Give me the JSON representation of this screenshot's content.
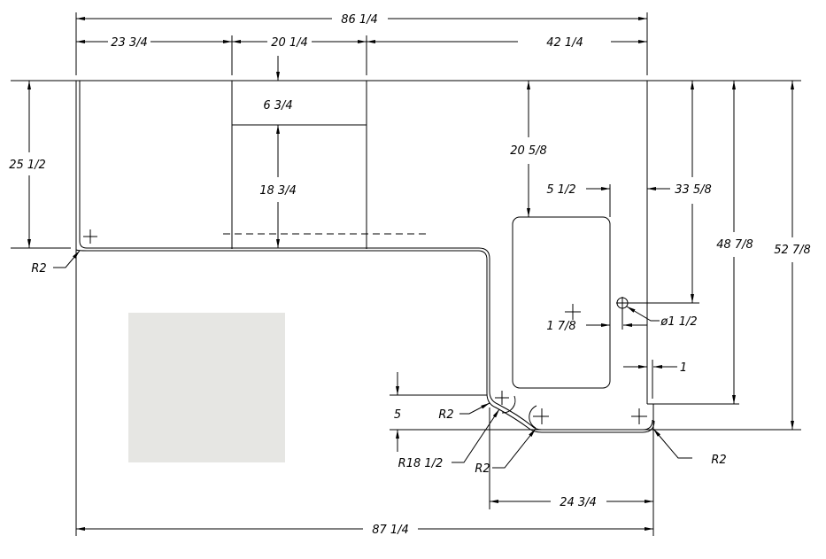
{
  "drawing": {
    "overall_width_top": "86 1/4",
    "left_section": "23 3/4",
    "middle_section": "20 1/4",
    "right_section": "42 1/4",
    "backsplash_depth": "6 3/4",
    "cooktop_depth": "18 3/4",
    "left_depth": "25 1/2",
    "sink_offset_top": "20 5/8",
    "sink_to_edge": "5 1/2",
    "faucet_from_top": "33 5/8",
    "right_step_depth": "48 7/8",
    "overall_depth": "52 7/8",
    "sink_to_faucet": "1 7/8",
    "faucet_hole": "ø1 1/2",
    "step_width": "1",
    "bottom_offset": "5",
    "bottom_width": "24 3/4",
    "overall_width_bottom": "87 1/4",
    "radius_corner_left": "R2",
    "radius_inner": "R2",
    "radius_large": "R18 1/2",
    "radius_bottom": "R2",
    "radius_right": "R2"
  },
  "colors": {
    "line": "#000000",
    "sample_swatch": "#e6e6e3"
  }
}
